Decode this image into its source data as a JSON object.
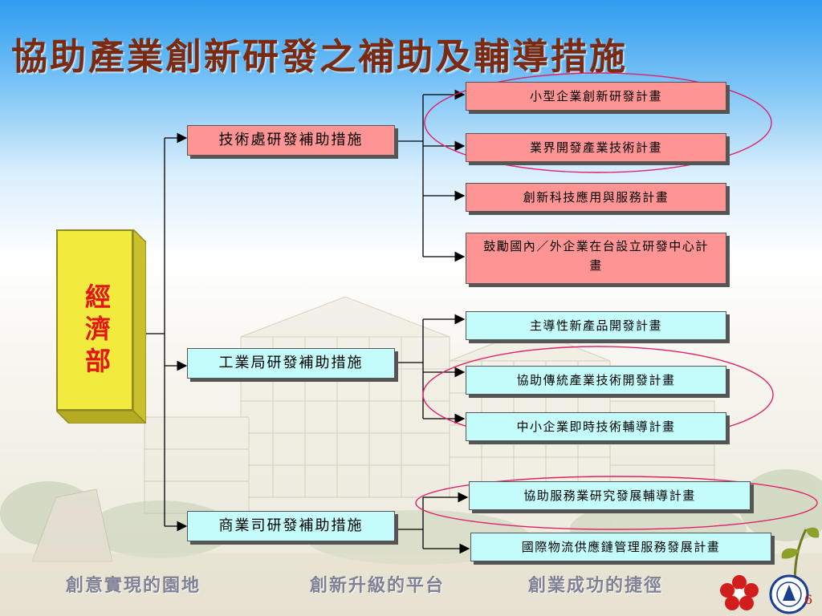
{
  "title": "協助產業創新研發之補助及輔導措施",
  "ministry": "經濟部",
  "branches": [
    {
      "label": "技術處研發補助措施",
      "color": "pink",
      "items": [
        "小型企業創新研發計畫",
        "業界開發產業技術計畫",
        "創新科技應用與服務計畫",
        "鼓勵國內／外企業在台設立研發中心計畫"
      ]
    },
    {
      "label": "工業局研發補助措施",
      "color": "cyan",
      "items": [
        "主導性新產品開發計畫",
        "協助傳統產業技術開發計畫",
        "中小企業即時技術輔導計畫"
      ]
    },
    {
      "label": "商業司研發補助措施",
      "color": "cyan",
      "items": [
        "協助服務業研究發展輔導計畫",
        "國際物流供應鏈管理服務發展計畫"
      ]
    }
  ],
  "footer": {
    "slogan_1": "創意實現的園地",
    "slogan_2": "創新升級的平台",
    "slogan_3": "創業成功的捷徑"
  },
  "page_number": "6",
  "colors": {
    "title": "#7a2a10",
    "pink_box": "#ff9494",
    "cyan_box": "#c4fbfb",
    "ministry_box": "#f2ea3c",
    "ministry_text": "#e41515",
    "highlight_ellipse": "#e0206a"
  }
}
